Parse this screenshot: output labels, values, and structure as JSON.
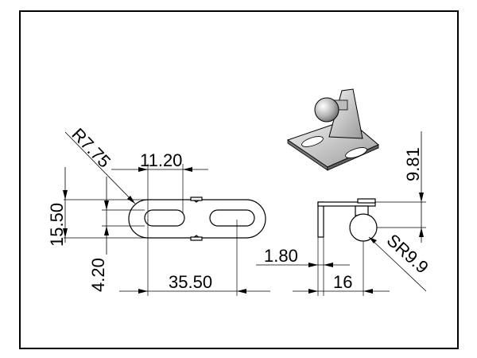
{
  "drawing": {
    "dimensions": {
      "radius_end": "R7.75",
      "slot_length": "11.20",
      "overall_height": "15.50",
      "slot_width": "4.20",
      "hole_spacing": "35.50",
      "ball_height": "9.81",
      "plate_thickness": "1.80",
      "ball_offset": "16",
      "ball_radius": "SR9.9"
    },
    "colors": {
      "line": "#000000",
      "part_fill": "#ffffff",
      "shade_light": "#e6e6e6",
      "shade_dark": "#8c8c8c"
    }
  }
}
